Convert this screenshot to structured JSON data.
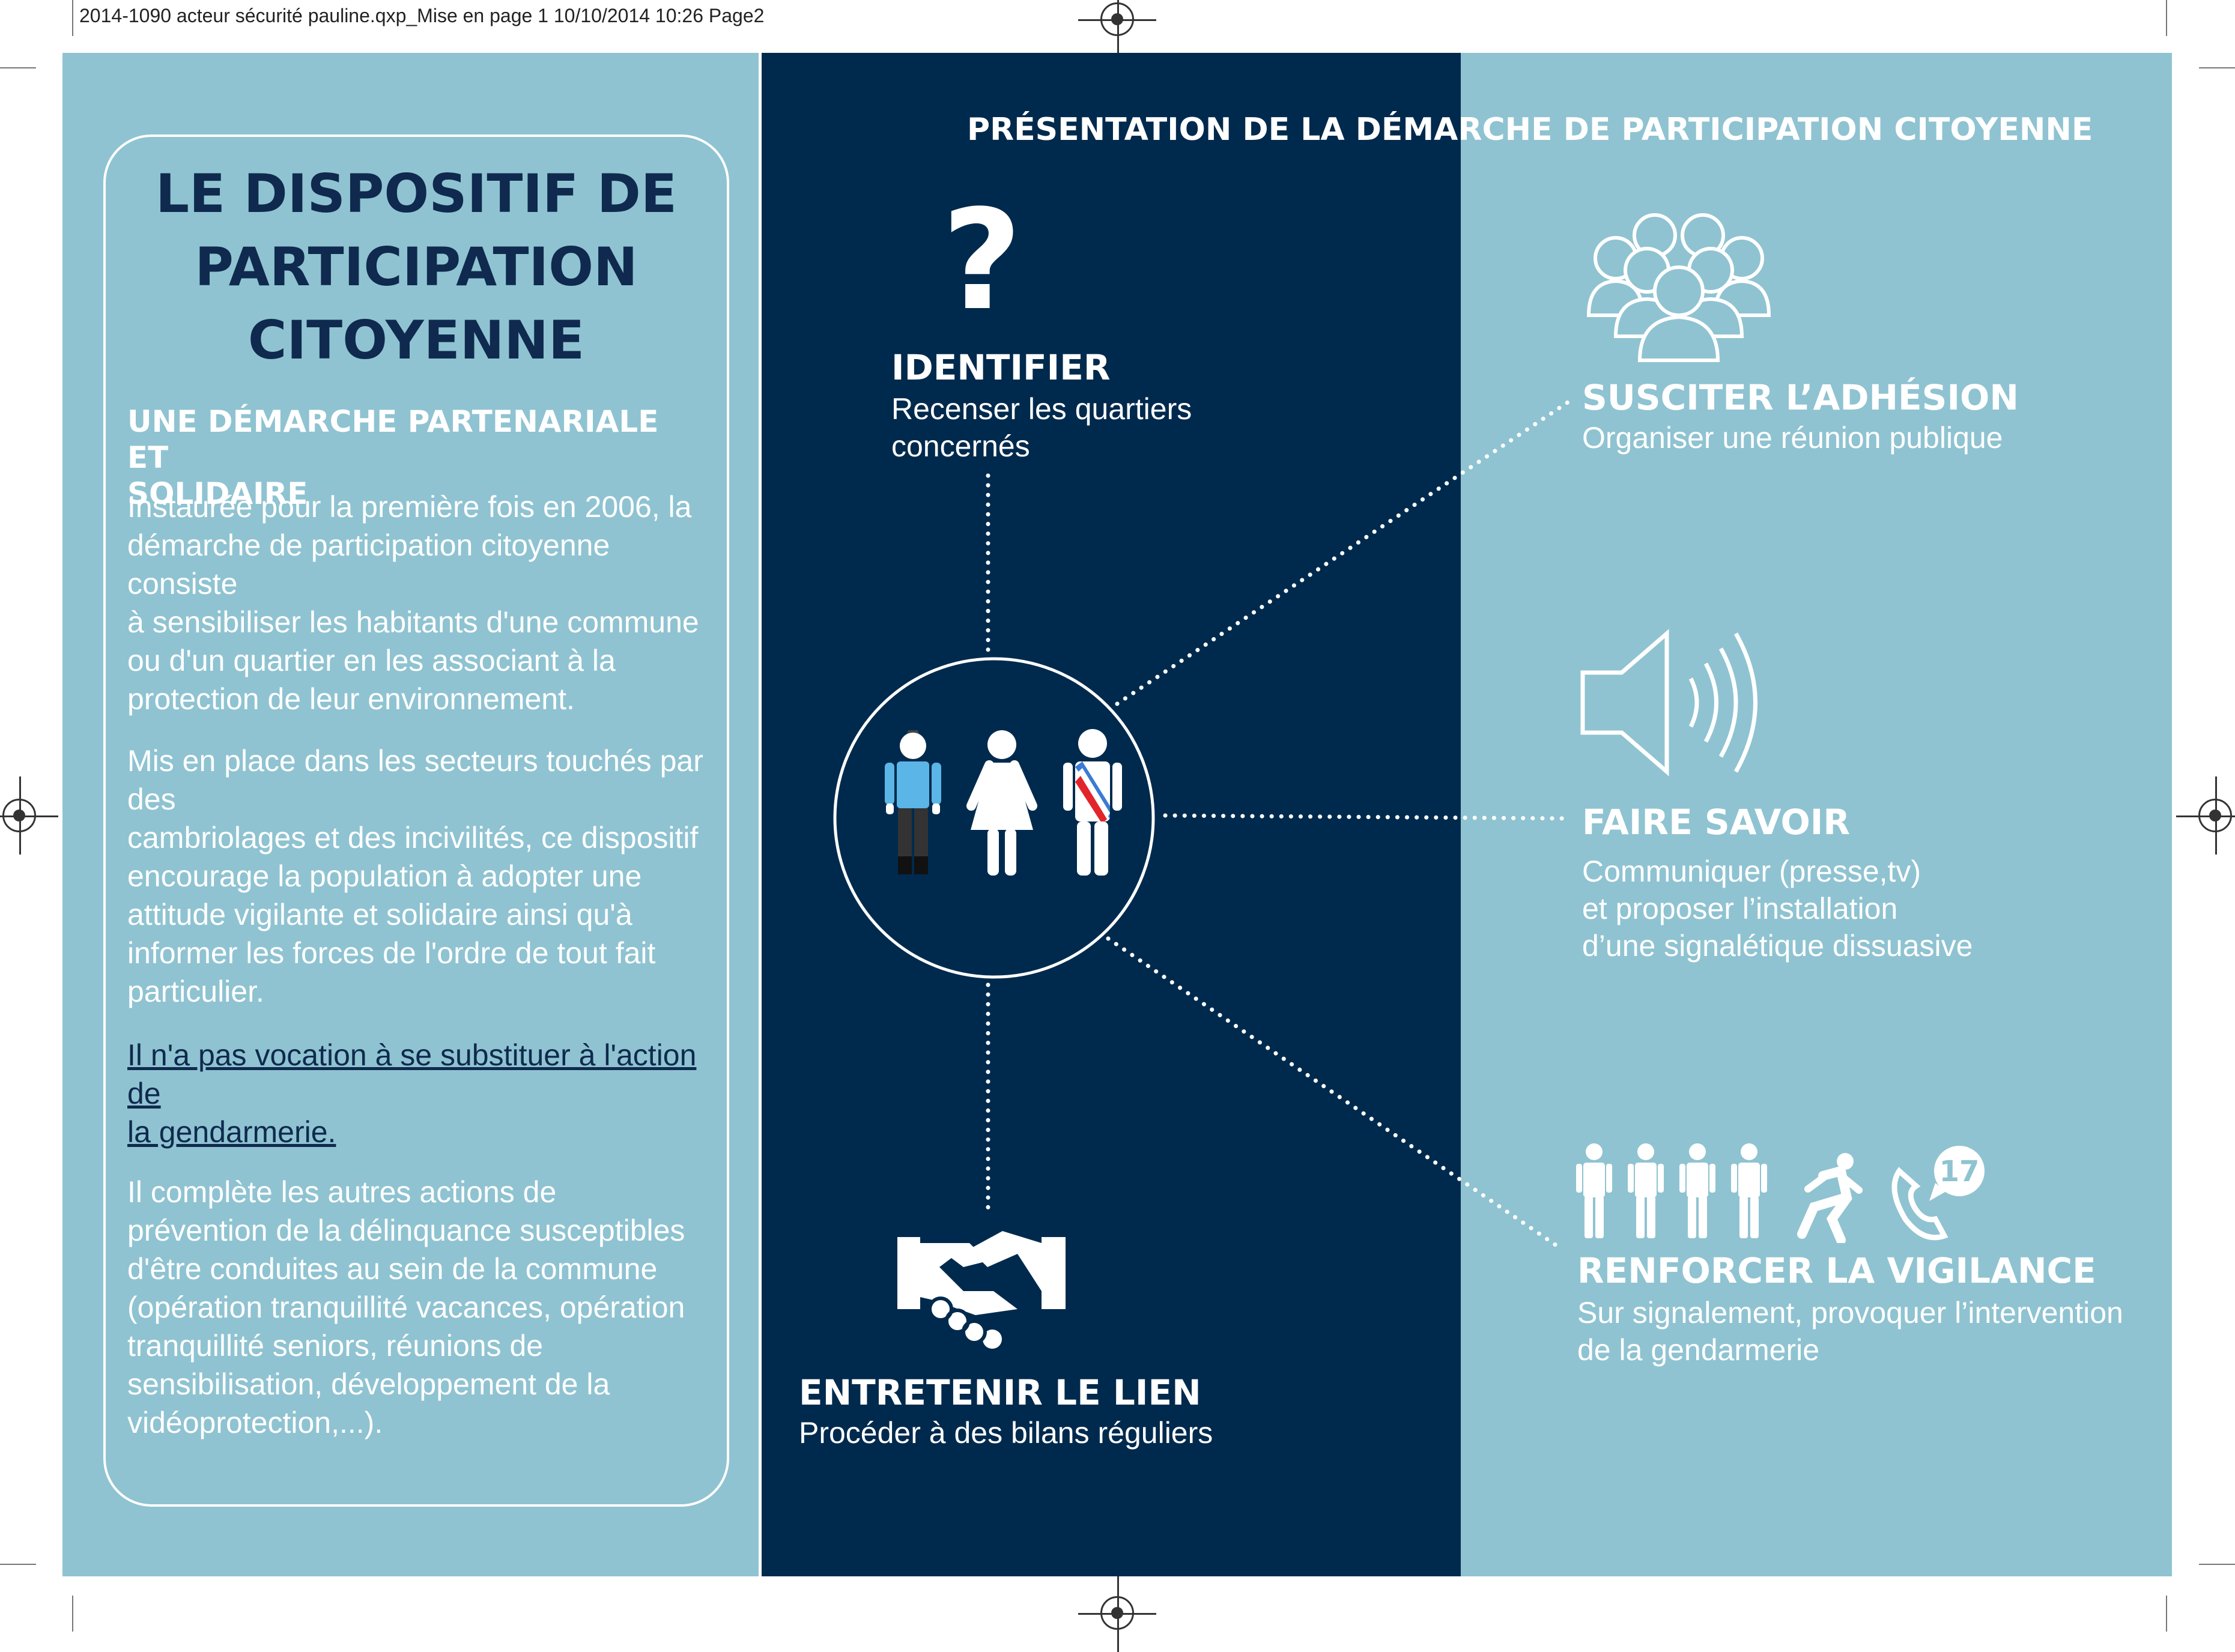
{
  "slug": "2014-1090 acteur sécurité pauline.qxp_Mise en page 1  10/10/2014  10:26  Page2",
  "left": {
    "title_lines": [
      "LE DISPOSITIF DE",
      "PARTICIPATION",
      "CITOYENNE"
    ],
    "subtitle_lines": [
      "UNE DÉMARCHE PARTENARIALE ET",
      "SOLIDAIRE"
    ],
    "paragraphs": [
      [
        "Instaurée pour la première fois en 2006, la",
        "démarche de participation citoyenne consiste",
        "à sensibiliser les habitants d'une commune",
        "ou d'un quartier en les associant à la",
        "protection de leur environnement."
      ],
      [
        "Mis en place dans les secteurs touchés par des",
        "cambriolages et des incivilités, ce dispositif",
        "encourage la population à adopter une",
        "attitude vigilante et solidaire ainsi qu'à",
        "informer les forces de l'ordre de tout fait",
        "particulier."
      ],
      [
        "Il n'a pas vocation à se substituer à l'action de",
        "la gendarmerie."
      ],
      [
        "Il complète les autres actions de",
        "prévention de la délinquance susceptibles",
        "d'être conduites au sein de la commune",
        "(opération tranquillité vacances, opération",
        "tranquillité seniors, réunions de",
        "sensibilisation, développement de la",
        "vidéoprotection,...)."
      ]
    ]
  },
  "presentation_title": "PRÉSENTATION DE LA DÉMARCHE DE PARTICIPATION CITOYENNE",
  "steps": {
    "identifier": {
      "icon": "question-mark",
      "mark": "?",
      "title": "IDENTIFIER",
      "lines": [
        "Recenser les quartiers",
        "concernés"
      ]
    },
    "adhesion": {
      "icon": "group-icon",
      "title": "SUSCITER L’ADHÉSION",
      "lines": [
        "Organiser une réunion publique"
      ]
    },
    "faire_savoir": {
      "icon": "speaker-icon",
      "title": "FAIRE SAVOIR",
      "lines": [
        "Communiquer (presse,tv)",
        "et proposer l’installation",
        "d’une signalétique dissuasive"
      ]
    },
    "vigilance": {
      "icon": "people-runner-phone-icon",
      "badge": "17",
      "title": "RENFORCER LA VIGILANCE",
      "lines": [
        "Sur signalement, provoquer l’intervention",
        "de la gendarmerie"
      ]
    },
    "lien": {
      "icon": "handshake-icon",
      "title": "ENTRETENIR LE LIEN",
      "lines": [
        "Procéder à des bilans réguliers"
      ]
    }
  },
  "center_icon": "citizen-woman-mayor-icon",
  "colors": {
    "light_blue": "#8fc3d1",
    "navy": "#002a4d",
    "title_navy": "#0f2a4e",
    "white": "#ffffff",
    "shirt_blue": "#5bb5e6",
    "sash_red": "#e2252b"
  }
}
